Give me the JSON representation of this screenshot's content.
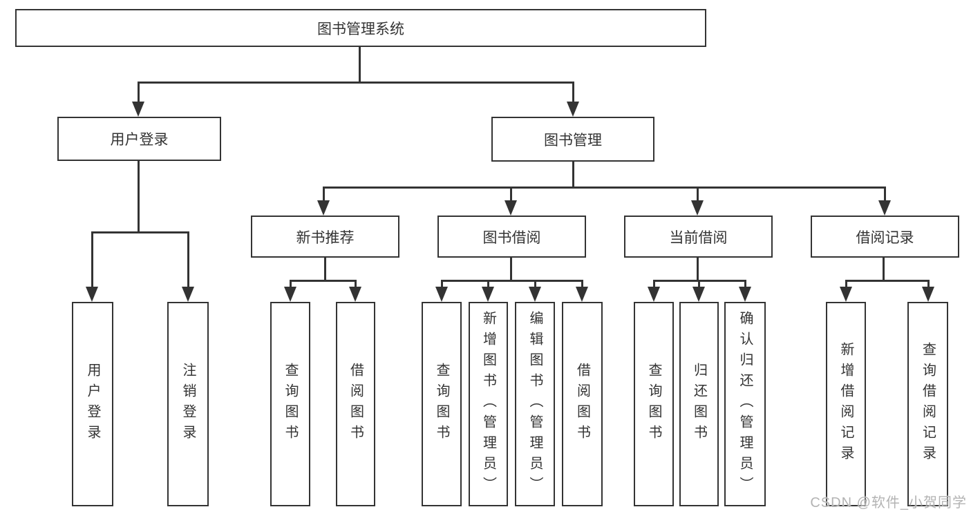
{
  "diagram": {
    "tree": {
      "label": "图书管理系统",
      "children": [
        {
          "label": "用户登录",
          "children": [
            {
              "label": "用户登录"
            },
            {
              "label": "注销登录"
            }
          ]
        },
        {
          "label": "图书管理",
          "children": [
            {
              "label": "新书推荐",
              "children": [
                {
                  "label": "查询图书"
                },
                {
                  "label": "借阅图书"
                }
              ]
            },
            {
              "label": "图书借阅",
              "children": [
                {
                  "label": "查询图书"
                },
                {
                  "label": "新增图书（管理员）"
                },
                {
                  "label": "编辑图书（管理员）"
                },
                {
                  "label": "借阅图书"
                }
              ]
            },
            {
              "label": "当前借阅",
              "children": [
                {
                  "label": "查询图书"
                },
                {
                  "label": "归还图书"
                },
                {
                  "label": "确认归还（管理员）"
                }
              ]
            },
            {
              "label": "借阅记录",
              "children": [
                {
                  "label": "新增借阅记录"
                },
                {
                  "label": "查询借阅记录"
                }
              ]
            }
          ]
        }
      ]
    },
    "line_color": "#333333",
    "box_background": "#ffffff",
    "text_color": "#333333"
  },
  "watermark": {
    "text": "CSDN @软件_小贺同学",
    "color": "#b3b3b3"
  }
}
